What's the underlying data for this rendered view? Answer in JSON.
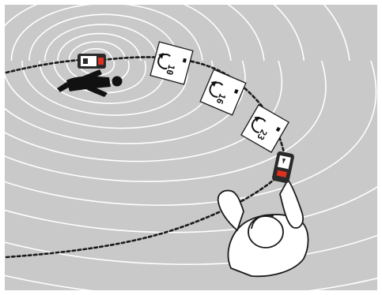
{
  "colors": {
    "background": "#c9c9c9",
    "field_lines": "#ffffff",
    "path": "#1a1a1a",
    "victim": "#111111",
    "rescuer_fill": "#ffffff",
    "rescuer_stroke": "#1a1a1a",
    "display_fill": "#ffffff",
    "device_body": "#2a2a2a",
    "device_accent": "#e03020"
  },
  "readouts": [
    {
      "value": "10",
      "icon": "direction-arrow-arc-icon"
    },
    {
      "value": "16",
      "icon": "direction-arrow-arc-icon"
    },
    {
      "value": "23",
      "icon": "direction-arrow-arc-icon"
    }
  ],
  "icons": {
    "victim_device": "transmitting-beacon-icon",
    "rescuer_device": "receiving-beacon-icon",
    "victim": "buried-person-icon",
    "rescuer": "rescuer-topdown-icon"
  }
}
